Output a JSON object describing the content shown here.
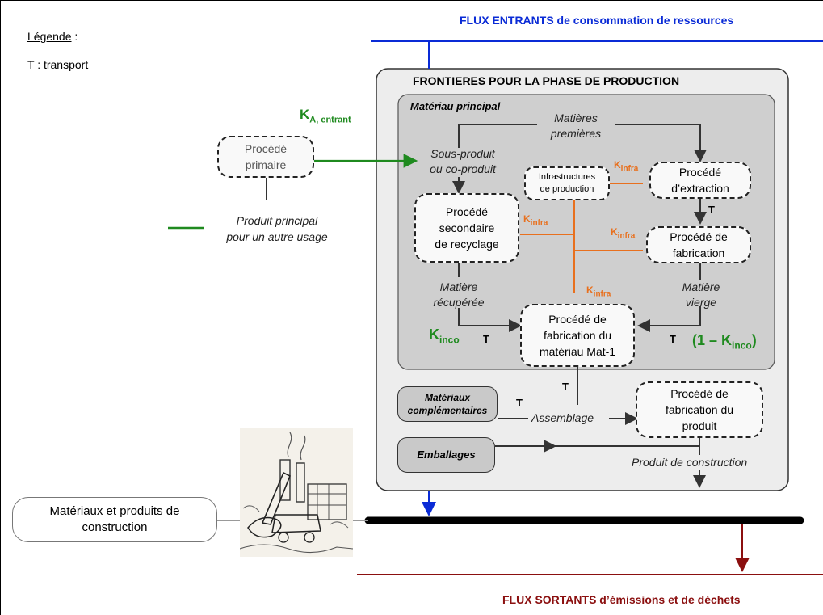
{
  "legend": {
    "title": "Légende",
    "colon": " :",
    "transport": "T : transport"
  },
  "flows": {
    "incoming": "FLUX ENTRANTS de consommation de ressources",
    "outgoing": "FLUX SORTANTS d’émissions et de déchets"
  },
  "frontier": {
    "title": "FRONTIERES POUR LA PHASE DE PRODUCTION",
    "main_material": "Matériau principal"
  },
  "labels": {
    "raw_materials_line1": "Matières",
    "raw_materials_line2": "premières",
    "byproduct_line1": "Sous-produit",
    "byproduct_line2": "ou co-produit",
    "primary_product_line1": "Produit principal",
    "primary_product_line2": "pour un autre usage",
    "recovered_line1": "Matière",
    "recovered_line2": "récupérée",
    "virgin_line1": "Matière",
    "virgin_line2": "vierge",
    "assembly": "Assemblage",
    "construction_product": "Produit de construction"
  },
  "nodes": {
    "primary_process": [
      "Procédé",
      "primaire"
    ],
    "extraction": [
      "Procédé",
      "d’extraction"
    ],
    "infrastructure": [
      "Infrastructures",
      "de production"
    ],
    "fabrication": [
      "Procédé de",
      "fabrication"
    ],
    "secondary": [
      "Procédé",
      "secondaire",
      "de recyclage"
    ],
    "mat1": [
      "Procédé de",
      "fabrication du",
      "matériau Mat-1"
    ],
    "product": [
      "Procédé de",
      "fabrication du",
      "produit"
    ],
    "complementary": "Matériaux complémentaires",
    "packaging": "Emballages",
    "materials_products": [
      "Matériaux et produits de",
      "construction"
    ]
  },
  "coefficients": {
    "k": "K",
    "infra_sub": "infra",
    "a_entrant_sub": "A, entrant",
    "inco_sub": "inco",
    "one_minus_prefix": "(1 – K",
    "one_minus_suffix": ")",
    "transport": "T"
  },
  "colors": {
    "incoming": "#0a2bd6",
    "outgoing": "#8b0f0f",
    "green": "#1f8a1f",
    "orange": "#e8701e",
    "frontier_bg": "#ededed",
    "main_box_bg": "#cfcfcf"
  },
  "image": {
    "icon": "factory-sketch-icon"
  }
}
